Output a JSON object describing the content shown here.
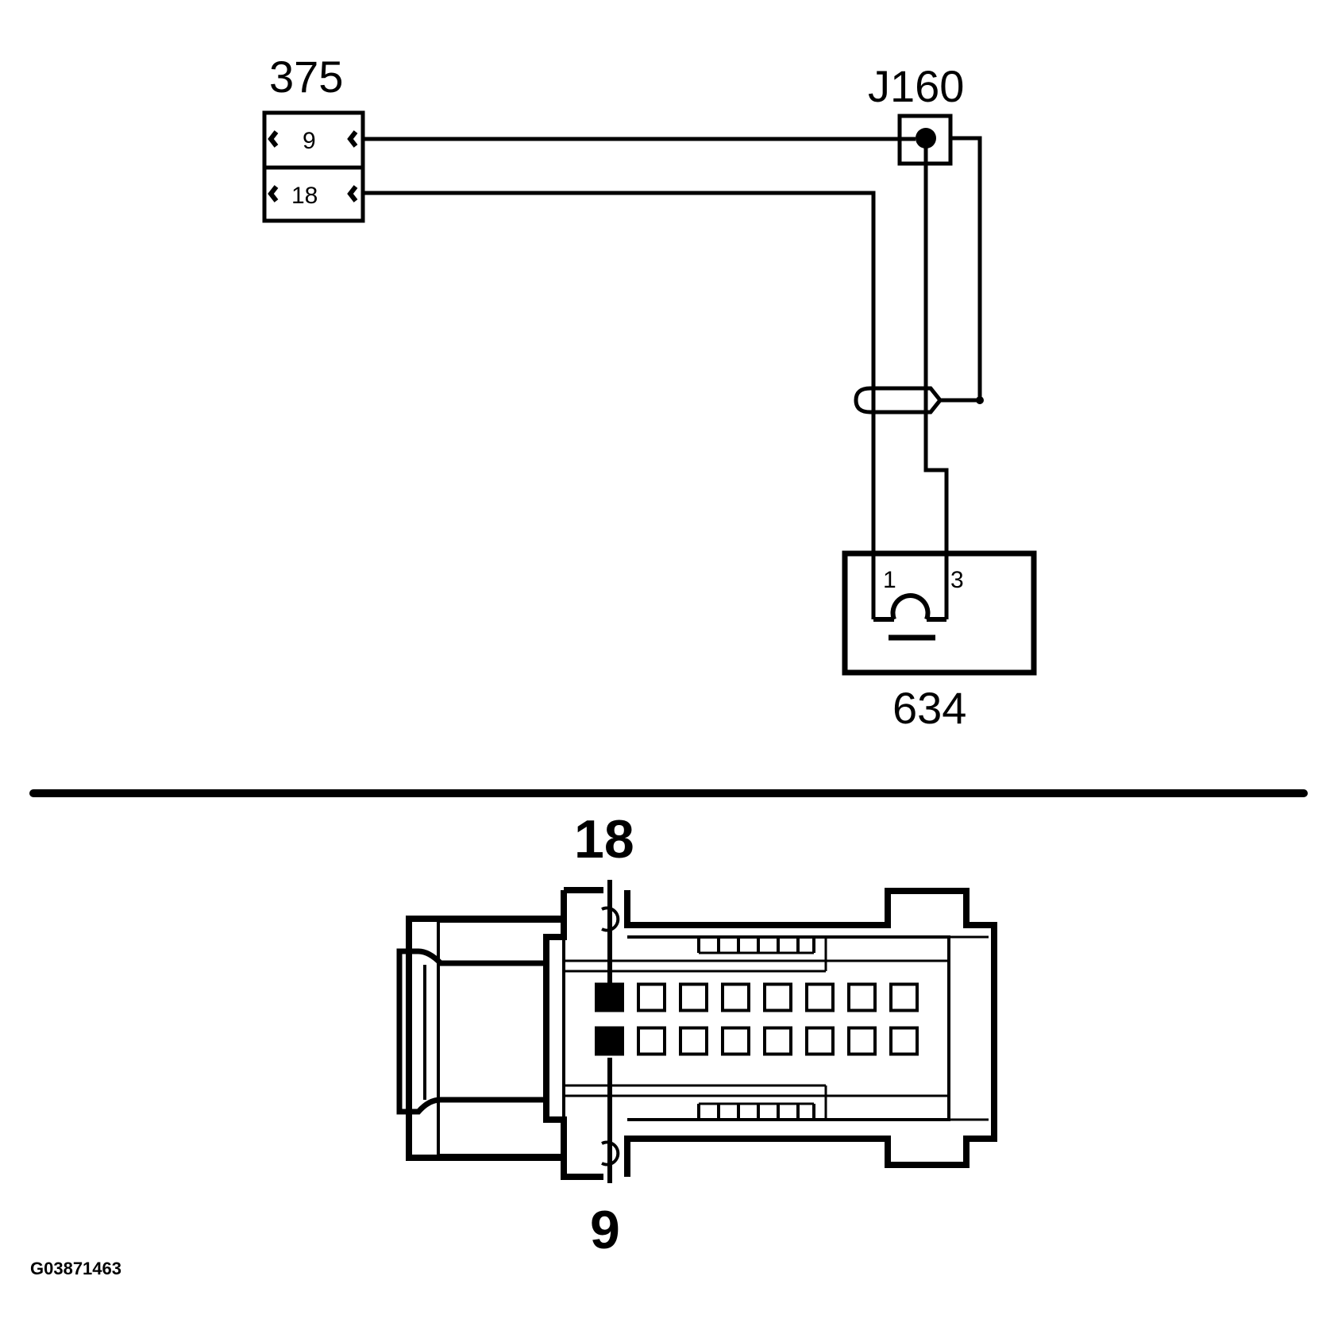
{
  "schematic": {
    "connector_375": {
      "label": "375",
      "pin_top": "9",
      "pin_bottom": "18"
    },
    "junction": {
      "label": "J160"
    },
    "component_634": {
      "label": "634",
      "pin_left": "1",
      "pin_right": "3"
    }
  },
  "connector_view": {
    "label_top": "18",
    "label_bottom": "9",
    "highlighted_pins": [
      "18",
      "9"
    ],
    "columns": 8,
    "rows": 2
  },
  "figure_code": "G03871463",
  "colors": {
    "ink": "#000000",
    "paper": "#ffffff"
  }
}
